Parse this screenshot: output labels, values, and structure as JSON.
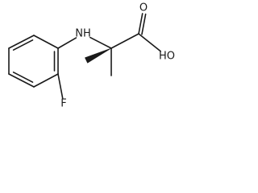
{
  "molecule": {
    "atoms": [
      {
        "id": "ring_c1",
        "element": "C",
        "label": ""
      },
      {
        "id": "ring_c2",
        "element": "C",
        "label": ""
      },
      {
        "id": "ring_c3",
        "element": "C",
        "label": ""
      },
      {
        "id": "ring_c4",
        "element": "C",
        "label": ""
      },
      {
        "id": "ring_c5",
        "element": "C",
        "label": ""
      },
      {
        "id": "ring_c6",
        "element": "C",
        "label": ""
      },
      {
        "id": "fluorine",
        "element": "F",
        "label": "F"
      },
      {
        "id": "amine",
        "element": "N",
        "label": "NH"
      },
      {
        "id": "alpha_c",
        "element": "C",
        "label": ""
      },
      {
        "id": "methyl_a",
        "element": "C",
        "label": ""
      },
      {
        "id": "methyl_b",
        "element": "C",
        "label": ""
      },
      {
        "id": "carboxyl_c",
        "element": "C",
        "label": ""
      },
      {
        "id": "carbonyl_o",
        "element": "O",
        "label": "O"
      },
      {
        "id": "hydroxyl_o",
        "element": "O",
        "label": "HO"
      }
    ],
    "bonds": [
      {
        "from": "ring_c1",
        "to": "ring_c2",
        "order": 1
      },
      {
        "from": "ring_c2",
        "to": "ring_c3",
        "order": 2
      },
      {
        "from": "ring_c3",
        "to": "ring_c4",
        "order": 1
      },
      {
        "from": "ring_c4",
        "to": "ring_c5",
        "order": 2
      },
      {
        "from": "ring_c5",
        "to": "ring_c6",
        "order": 1
      },
      {
        "from": "ring_c6",
        "to": "ring_c1",
        "order": 2
      },
      {
        "from": "ring_c6",
        "to": "fluorine",
        "order": 1
      },
      {
        "from": "ring_c1",
        "to": "amine",
        "order": 1
      },
      {
        "from": "amine",
        "to": "alpha_c",
        "order": 1
      },
      {
        "from": "alpha_c",
        "to": "carboxyl_c",
        "order": 1
      },
      {
        "from": "carboxyl_c",
        "to": "carbonyl_o",
        "order": 2
      },
      {
        "from": "carboxyl_c",
        "to": "hydroxyl_o",
        "order": 1
      },
      {
        "from": "alpha_c",
        "to": "methyl_a",
        "order": 1,
        "stereo": "wedge"
      },
      {
        "from": "alpha_c",
        "to": "methyl_b",
        "order": 1
      }
    ]
  }
}
